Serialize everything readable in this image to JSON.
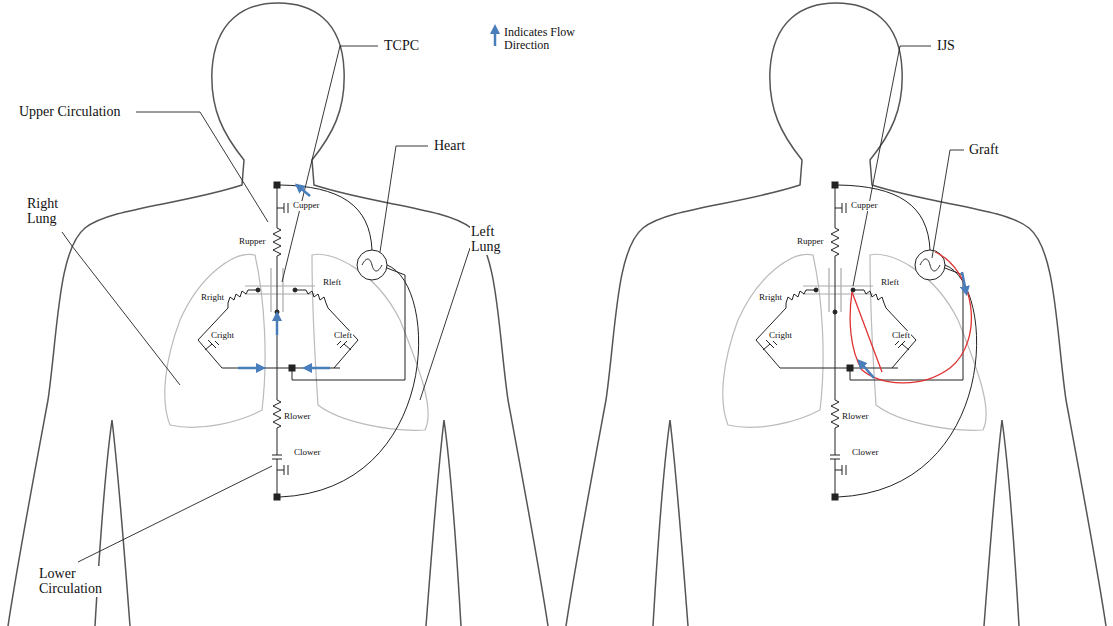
{
  "diagram": {
    "labels": [
      "Upper Circulation",
      "Rupper",
      "Cupper",
      "TCPC",
      "Heart",
      "Right Lung",
      "Rright",
      "Cright",
      "Rleft",
      "Cleft",
      "Left Lung",
      "Rlower",
      "Clower",
      "Lower Circulation",
      "Rupper",
      "Cupper",
      "IJS",
      "Graft",
      "Rright",
      "Cright",
      "Rleft",
      "Cleft",
      "Rlower",
      "Clower"
    ],
    "legend": [
      {
        "text": "Indicates Flow Direction"
      }
    ]
  }
}
